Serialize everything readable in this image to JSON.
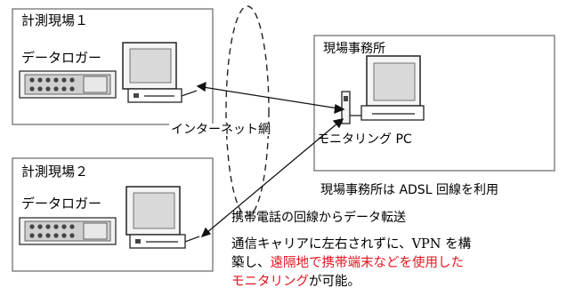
{
  "sites": [
    {
      "title": "計測現場１",
      "logger_label": "データロガー"
    },
    {
      "title": "計測現場２",
      "logger_label": "データロガー"
    }
  ],
  "office": {
    "title": "現場事務所",
    "pc_label": "モニタリング PC",
    "note": "現場事務所は ADSL 回線を利用"
  },
  "network": {
    "label": "インターネット網"
  },
  "caption": {
    "title": "携帯電話の回線からデータ転送",
    "line1": "通信キャリアに左右されずに、VPN を構",
    "line2_black": "築し、",
    "line2_red": "遠隔地で携帯端末などを使用した",
    "line3_red": "モニタリング",
    "line3_black": "が可能。"
  },
  "colors": {
    "highlight": "#e4131f",
    "frame": "#555555",
    "screen": "#d9d9d9"
  }
}
